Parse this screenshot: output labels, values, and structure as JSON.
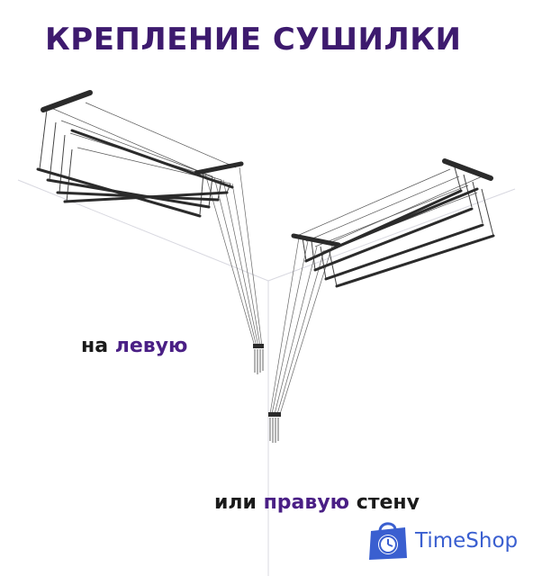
{
  "title": "КРЕПЛЕНИЕ СУШИЛКИ",
  "caption_left": {
    "prefix": "на ",
    "accent": "левую"
  },
  "caption_right": {
    "prefix": "или ",
    "accent": "правую",
    "suffix": " стену"
  },
  "brand": {
    "name": "TimeShop",
    "icon": "shopping-bag-clock-icon"
  },
  "colors": {
    "title": "#3d1a6e",
    "accent": "#4a1f85",
    "text": "#1a1a1a",
    "brand": "#3a5fd0",
    "bars": "#2b2b2b"
  }
}
